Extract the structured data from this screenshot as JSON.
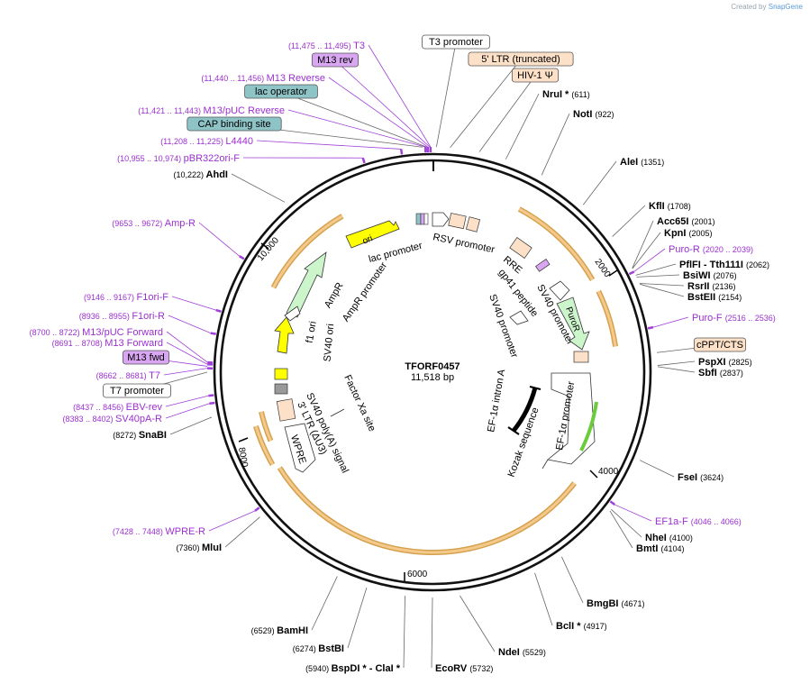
{
  "credit": {
    "prefix": "Created by",
    "brand": "SnapGene"
  },
  "plasmid": {
    "name": "TFORF0457",
    "length": "11,518 bp"
  },
  "ticks": [
    "2000",
    "4000",
    "6000",
    "8000",
    "10,000"
  ],
  "sites": [
    {
      "name": "T3",
      "range": "(11,475 .. 11,495)",
      "kind": "primer"
    },
    {
      "name": "M13 rev",
      "kind": "boxprimer"
    },
    {
      "name": "M13 Reverse",
      "range": "(11,440 .. 11,456)",
      "kind": "primer"
    },
    {
      "name": "lac operator",
      "kind": "boxteal"
    },
    {
      "name": "M13/pUC Reverse",
      "range": "(11,421 .. 11,443)",
      "kind": "primer"
    },
    {
      "name": "CAP binding site",
      "kind": "boxteal"
    },
    {
      "name": "L4440",
      "range": "(11,208 .. 11,225)",
      "kind": "primer"
    },
    {
      "name": "pBR322ori-F",
      "range": "(10,955 .. 10,974)",
      "kind": "primer"
    },
    {
      "name": "AhdI",
      "pos": "(10,222)",
      "kind": "enzyme"
    },
    {
      "name": "Amp-R",
      "range": "(9653 .. 9672)",
      "kind": "primer"
    },
    {
      "name": "F1ori-F",
      "range": "(9146 .. 9167)",
      "kind": "primer"
    },
    {
      "name": "F1ori-R",
      "range": "(8936 .. 8955)",
      "kind": "primer"
    },
    {
      "name": "M13/pUC Forward",
      "range": "(8700 .. 8722)",
      "kind": "primer"
    },
    {
      "name": "M13 Forward",
      "range": "(8691 .. 8708)",
      "kind": "primer"
    },
    {
      "name": "M13 fwd",
      "kind": "boxprimer"
    },
    {
      "name": "T7",
      "range": "(8662 .. 8681)",
      "kind": "primer"
    },
    {
      "name": "T7 promoter",
      "kind": "boxwhite"
    },
    {
      "name": "EBV-rev",
      "range": "(8437 .. 8456)",
      "kind": "primer"
    },
    {
      "name": "SV40pA-R",
      "range": "(8383 .. 8402)",
      "kind": "primer"
    },
    {
      "name": "SnaBI",
      "pos": "(8272)",
      "kind": "enzyme"
    },
    {
      "name": "WPRE-R",
      "range": "(7428 .. 7448)",
      "kind": "primer"
    },
    {
      "name": "MluI",
      "pos": "(7360)",
      "kind": "enzyme"
    },
    {
      "name": "BamHI",
      "pos": "(6529)",
      "kind": "enzyme"
    },
    {
      "name": "BstBI",
      "pos": "(6274)",
      "kind": "enzyme"
    },
    {
      "name": "BspDI * - ClaI *",
      "pos": "(5940)",
      "kind": "enzyme"
    },
    {
      "name": "EcoRV",
      "pos": "(5732)",
      "kind": "enzyme"
    },
    {
      "name": "NdeI",
      "pos": "(5529)",
      "kind": "enzyme"
    },
    {
      "name": "BclI *",
      "pos": "(4917)",
      "kind": "enzyme"
    },
    {
      "name": "BmgBI",
      "pos": "(4671)",
      "kind": "enzyme"
    },
    {
      "name": "BmtI",
      "pos": "(4104)",
      "kind": "enzyme"
    },
    {
      "name": "NheI",
      "pos": "(4100)",
      "kind": "enzyme"
    },
    {
      "name": "EF1a-F",
      "range": "(4046 .. 4066)",
      "kind": "primer"
    },
    {
      "name": "FseI",
      "pos": "(3624)",
      "kind": "enzyme"
    },
    {
      "name": "SbfI",
      "pos": "(2837)",
      "kind": "enzyme"
    },
    {
      "name": "PspXI",
      "pos": "(2825)",
      "kind": "enzyme"
    },
    {
      "name": "cPPT/CTS",
      "kind": "boxorange"
    },
    {
      "name": "Puro-F",
      "range": "(2516 .. 2536)",
      "kind": "primer"
    },
    {
      "name": "BstEII",
      "pos": "(2154)",
      "kind": "enzyme"
    },
    {
      "name": "RsrII",
      "pos": "(2136)",
      "kind": "enzyme"
    },
    {
      "name": "BsiWI",
      "pos": "(2076)",
      "kind": "enzyme"
    },
    {
      "name": "PflFI - Tth111I",
      "pos": "(2062)",
      "kind": "enzyme"
    },
    {
      "name": "Puro-R",
      "range": "(2020 .. 2039)",
      "kind": "primer"
    },
    {
      "name": "KpnI",
      "pos": "(2005)",
      "kind": "enzyme"
    },
    {
      "name": "Acc65I",
      "pos": "(2001)",
      "kind": "enzyme"
    },
    {
      "name": "KflI",
      "pos": "(1708)",
      "kind": "enzyme"
    },
    {
      "name": "AleI",
      "pos": "(1351)",
      "kind": "enzyme"
    },
    {
      "name": "NotI",
      "pos": "(922)",
      "kind": "enzyme"
    },
    {
      "name": "NruI *",
      "pos": "(611)",
      "kind": "enzyme"
    },
    {
      "name": "HIV-1 Ψ",
      "kind": "boxorange"
    },
    {
      "name": "5' LTR (truncated)",
      "kind": "boxorange"
    },
    {
      "name": "T3 promoter",
      "kind": "boxwhite"
    }
  ],
  "features": [
    {
      "name": "ori"
    },
    {
      "name": "lac promoter"
    },
    {
      "name": "RSV promoter"
    },
    {
      "name": "AmpR"
    },
    {
      "name": "AmpR promoter"
    },
    {
      "name": "f1 ori"
    },
    {
      "name": "SV40 ori"
    },
    {
      "name": "RRE"
    },
    {
      "name": "gp41 peptide"
    },
    {
      "name": "SV40 promoter"
    },
    {
      "name": "PuroR"
    },
    {
      "name": "SV40 promoter"
    },
    {
      "name": "SV40 poly(A) signal"
    },
    {
      "name": "3' LTR (ΔU3)"
    },
    {
      "name": "WPRE"
    },
    {
      "name": "Factor Xa site"
    },
    {
      "name": "EF-1α intron A"
    },
    {
      "name": "EF-1α promoter"
    },
    {
      "name": "Kozak sequence"
    }
  ],
  "colors": {
    "primer": "#9b30d0",
    "enzyme": "#000000",
    "orf": "#f5c98c",
    "teal": "#8fc4c7",
    "lavender": "#d9a6f2",
    "orange": "#fde0c8"
  }
}
